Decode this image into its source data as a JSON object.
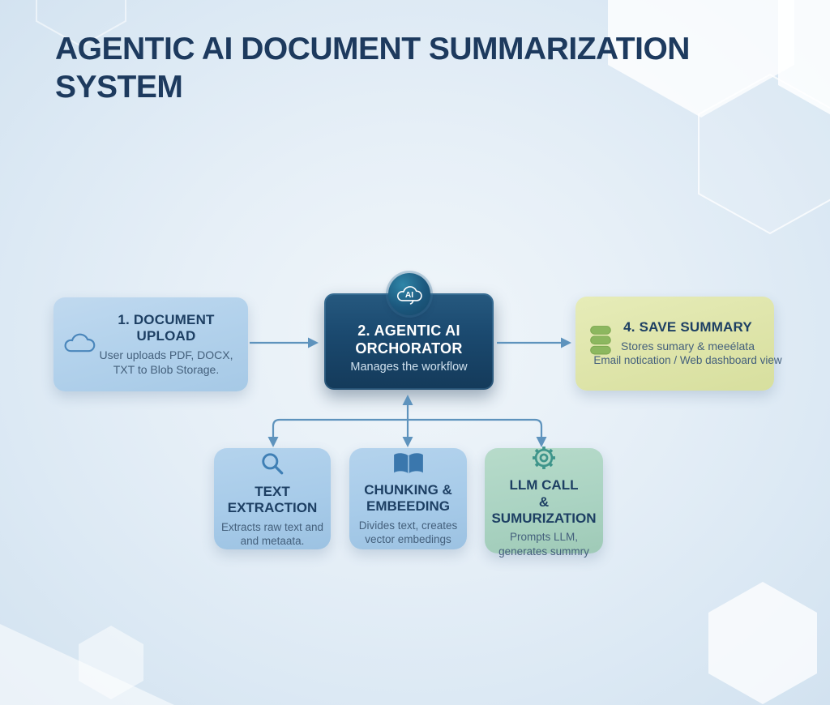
{
  "title": "AGENTIC AI DOCUMENT SUMMARIZATION SYSTEM",
  "colors": {
    "arrow": "#5e93bd",
    "navy_text": "#1d3f63",
    "body_text": "#44607c",
    "orchestrator_bg": "#1b4a70",
    "upload_bg": "#b3d2ec",
    "save_bg": "#dfe5ab",
    "process_blue_bg": "#a7cbe9",
    "process_green_bg": "#aad3c2",
    "background": "#dce9f4"
  },
  "nodes": {
    "upload": {
      "icon": "cloud-icon",
      "heading": "1. DOCUMENT UPLOAD",
      "line1": "User uploads PDF, DOCX,",
      "line2": "TXT to Blob Storage."
    },
    "orchestrator": {
      "icon": "ai-badge-icon",
      "badge": "AI",
      "heading1": "2. AGENTIC AI",
      "heading2": "ORCHORATOR",
      "body": "Manages the workflow"
    },
    "save": {
      "icon": "database-icon",
      "heading": "4. SAVE SUMMARY",
      "line1": "Stores sumary & meeélata",
      "line2": "Email notication / Web dashboard view"
    },
    "text_extraction": {
      "icon": "magnifier-icon",
      "heading1": "TEXT",
      "heading2": "EXTRACTION",
      "line1": "Extracts raw text and",
      "line2": "and metaata."
    },
    "chunking": {
      "icon": "book-icon",
      "heading1": "CHUNKING &",
      "heading2": "EMBEEDING",
      "line1": "Divides text, creates",
      "line2": "vector embedings"
    },
    "llm": {
      "icon": "gear-icon",
      "heading1": "LLM CALL",
      "heading2": "& SUMURIZATION",
      "line1": "Prompts LLM,",
      "line2": "generates summry"
    }
  }
}
